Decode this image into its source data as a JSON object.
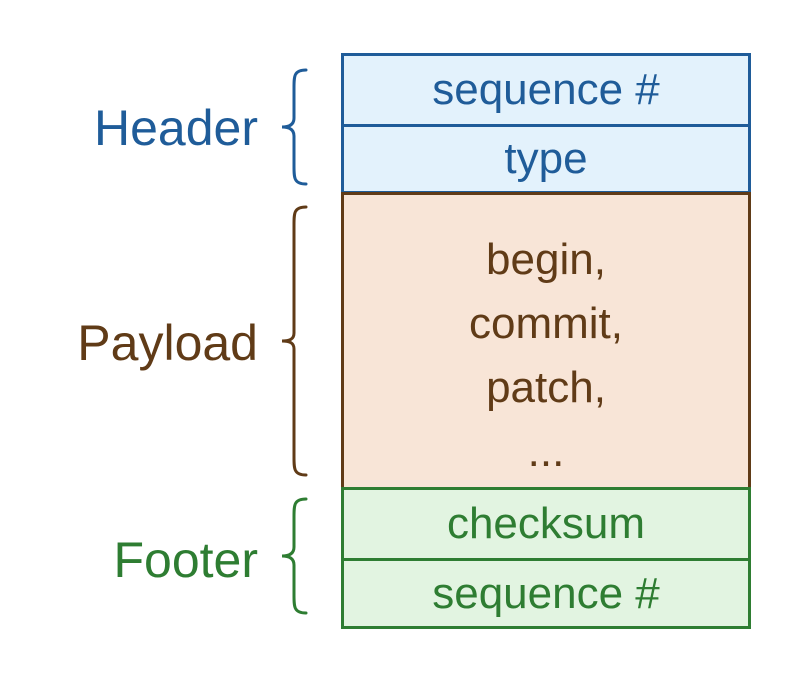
{
  "header": {
    "label": "Header",
    "fields": [
      "sequence #",
      "type"
    ],
    "color": "#1f5c99",
    "fill": "#e3f2fc"
  },
  "payload": {
    "label": "Payload",
    "lines": [
      "begin,",
      "commit,",
      "patch,",
      "..."
    ],
    "color": "#603b17",
    "fill": "#f8e5d7"
  },
  "footer": {
    "label": "Footer",
    "fields": [
      "checksum",
      "sequence #"
    ],
    "color": "#2e7d32",
    "fill": "#e2f4e1"
  }
}
